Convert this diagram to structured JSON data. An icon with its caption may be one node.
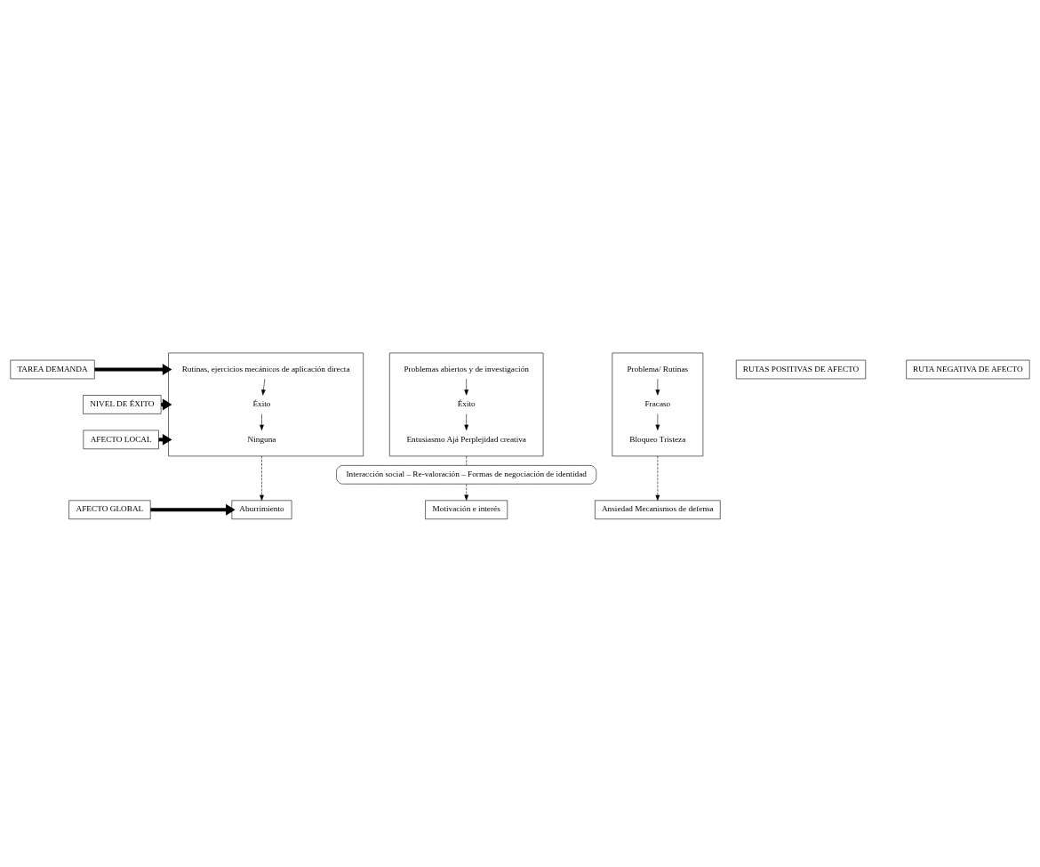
{
  "diagram": {
    "nodes": [
      {
        "text": [
          "RUTAS POSITIVAS DE AFECTO"
        ]
      },
      {
        "text": [
          "RUTA NEGATIVA DE AFECTO"
        ]
      },
      {
        "text": [
          "TAREA DEMANDA"
        ]
      },
      {
        "text": [
          "NIVEL DE ÉXITO"
        ]
      },
      {
        "text": [
          "AFECTO LOCAL"
        ]
      },
      {
        "text": [],
        "shape": "box"
      },
      {
        "text": [
          "Rutinas, ejercicios mecánicos de aplicación directa"
        ],
        "in": 5
      },
      {
        "text": [
          "Éxito"
        ],
        "in": 5
      },
      {
        "text": [
          "Ninguna"
        ],
        "in": 5
      },
      {
        "text": [],
        "shape": "box"
      },
      {
        "text": [
          "Problemas abiertos y de investigación"
        ],
        "in": 9
      },
      {
        "text": [
          "Éxito"
        ],
        "in": 9
      },
      {
        "text": [
          "Entusiasmo Ajá Perplejidad creativa"
        ],
        "in": 9
      },
      {
        "text": [],
        "shape": "box"
      },
      {
        "text": [
          "Problema/ Rutinas"
        ],
        "in": 13
      },
      {
        "text": [
          "Fracaso"
        ],
        "in": 13
      },
      {
        "text": [
          "Bloqueo Tristeza"
        ],
        "in": 13
      },
      {
        "text": [
          "Interacción social – Re-valoración – Formas de negociación de identidad"
        ]
      },
      {
        "text": [
          "AFECTO GLOBAL"
        ]
      },
      {
        "text": [
          "Aburrimiento"
        ]
      },
      {
        "text": [
          "Motivación e interés"
        ]
      },
      {
        "text": [
          "Ansiedad Mecanismos de defensa"
        ]
      }
    ],
    "edges": [
      {
        "from": 2,
        "to": 5,
        "arrow": "to",
        "style": "thick"
      },
      {
        "from": 3,
        "to": 5,
        "arrow": "to",
        "style": "thick"
      },
      {
        "from": 4,
        "to": 5,
        "arrow": "to",
        "style": "thick"
      },
      {
        "from": 6,
        "to": 7,
        "arrow": "to"
      },
      {
        "from": 7,
        "to": 8,
        "arrow": "to"
      },
      {
        "from": 10,
        "to": 11,
        "arrow": "to"
      },
      {
        "from": 11,
        "to": 12,
        "arrow": "to"
      },
      {
        "from": 14,
        "to": 15,
        "arrow": "to"
      },
      {
        "from": 15,
        "to": 16,
        "arrow": "to"
      },
      {
        "from": 5,
        "to": 19,
        "arrow": "to",
        "style": "dashed"
      },
      {
        "from": 9,
        "to": 17,
        "arrow": "none",
        "style": "dashed"
      },
      {
        "from": 17,
        "to": 20,
        "arrow": "to",
        "style": "dashed"
      },
      {
        "from": 13,
        "to": 21,
        "arrow": "to",
        "style": "dashed"
      },
      {
        "from": 18,
        "to": 19,
        "arrow": "to",
        "style": "thick"
      }
    ]
  }
}
